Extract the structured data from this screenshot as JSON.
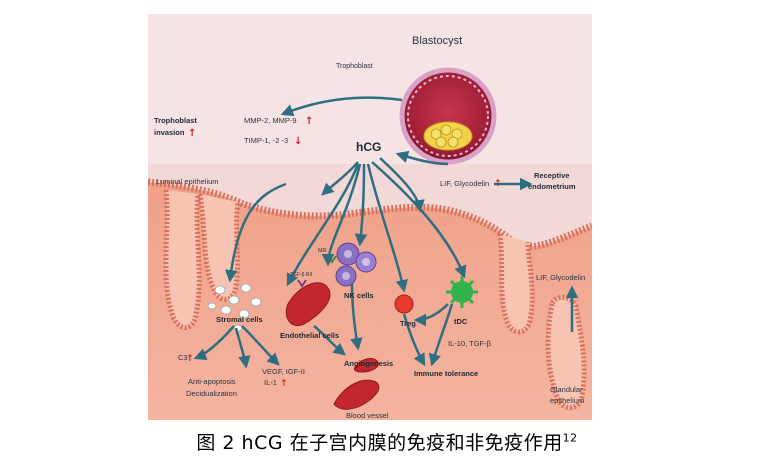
{
  "figure": {
    "labels": {
      "blastocyst": "Blastocyst",
      "trophoblast": "Trophoblast",
      "hcg": "hCG",
      "mmp": "MMP-2, MMP-9",
      "timp": "TIMP-1, -2 -3",
      "trophoblast_invasion_1": "Trophoblast",
      "trophoblast_invasion_2": "invasion",
      "lif_glycodelin": "LIF, Glycodelin",
      "receptive_1": "Receptive",
      "receptive_2": "endometrium",
      "luminal_epithelium": "Luminal epithelium",
      "mr": "MR",
      "tgf": "TGF-β RII",
      "nk_cells": "NK cells",
      "stromal_cells": "Stromal cells",
      "endothelial_cells": "Endothelial cells",
      "treg": "Treg",
      "tdc": "tDC",
      "il10": "IL-10, TGF-β",
      "c3": "C3",
      "anti_apoptosis": "Anti-apoptosis",
      "decidualization": "Decidualization",
      "vegf": "VEGF, IGF-II",
      "il1": "IL-1",
      "angiogenesis": "Angiogenesis",
      "immune_tolerance": "Immune tolerance",
      "blood_vessel": "Blood vessel",
      "lif_glycodelin_right": "LIF, Glycodelin",
      "glandular_1": "Glandular",
      "glandular_2": "epithelium"
    },
    "arrows": {
      "up": "↑",
      "down": "↓"
    },
    "colors": {
      "background": "#f3d8d8",
      "tissue": "#f2a78e",
      "arrow": "#2f6e80",
      "up_arrow": "#d0202a"
    }
  },
  "caption": {
    "text": "图 2 hCG 在子宫内膜的免疫和非免疫作用",
    "ref": "12"
  }
}
